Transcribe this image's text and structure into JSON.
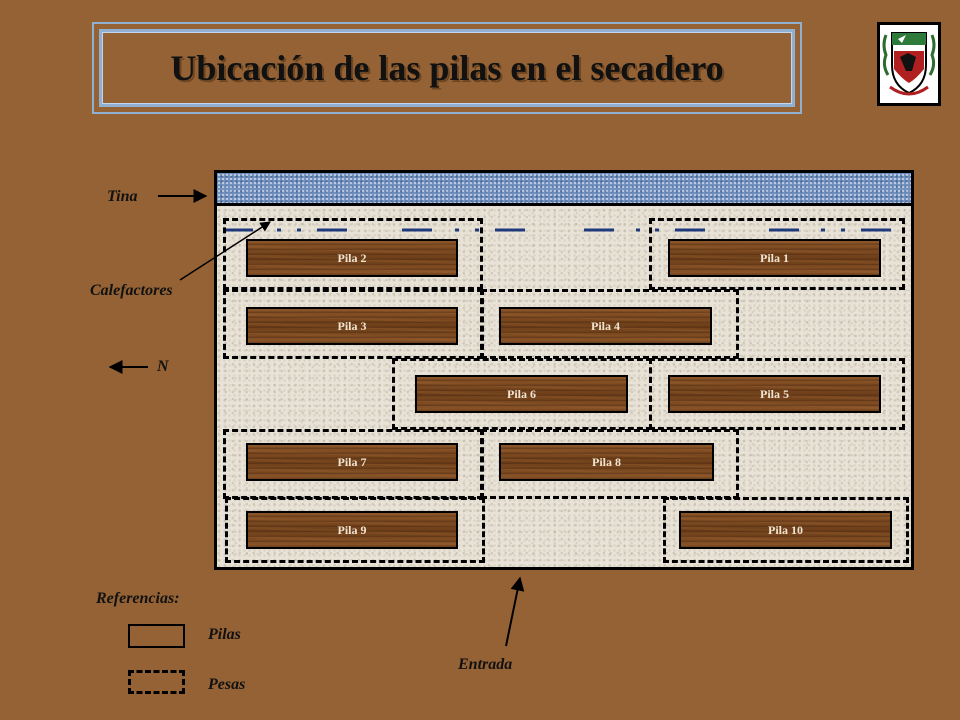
{
  "title": "Ubicación de las pilas en el secadero",
  "colors": {
    "background": "#946234",
    "frame": "#8fb0d2",
    "tank": "#6e8fbd",
    "heater_line": "#1f3a7a",
    "wood": "#7a4a22"
  },
  "labels": {
    "tina": "Tina",
    "calefactores": "Calefactores",
    "north": "N",
    "entrada": "Entrada"
  },
  "pilas": [
    {
      "label": "Pila 2"
    },
    {
      "label": "Pila 1"
    },
    {
      "label": "Pila 3"
    },
    {
      "label": "Pila 4"
    },
    {
      "label": "Pila 6"
    },
    {
      "label": "Pila 5"
    },
    {
      "label": "Pila 7"
    },
    {
      "label": "Pila 8"
    },
    {
      "label": "Pila 9"
    },
    {
      "label": "Pila 10"
    }
  ],
  "legend": {
    "title": "Referencias:",
    "pilas": "Pilas",
    "pesas": "Pesas"
  },
  "icons": [
    "crest-logo-icon",
    "arrow-right-icon",
    "arrow-left-icon",
    "arrow-up-icon"
  ]
}
